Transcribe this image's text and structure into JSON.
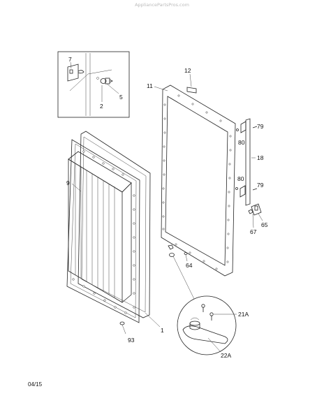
{
  "watermark": "AppliancePartsPros.com",
  "date_code": "04/15",
  "part_labels": {
    "p7": "7",
    "p2": "2",
    "p5": "5",
    "p12": "12",
    "p11": "11",
    "p79a": "79",
    "p80a": "80",
    "p18": "18",
    "p80b": "80",
    "p79b": "79",
    "p9": "9",
    "p65": "65",
    "p67": "67",
    "p64": "64",
    "p21a": "21A",
    "p22a": "22A",
    "p1": "1",
    "p93": "93"
  }
}
